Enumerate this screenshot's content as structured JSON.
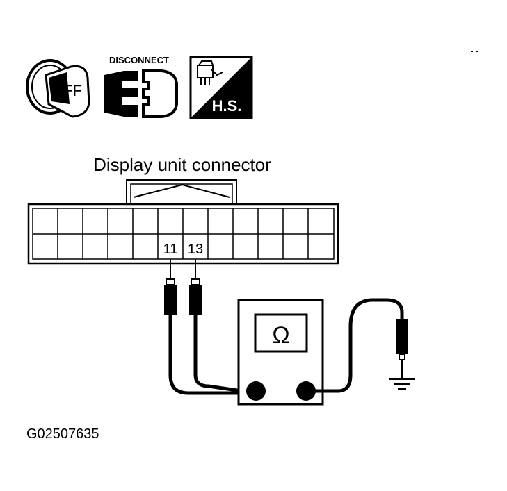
{
  "icons": {
    "ignition": {
      "name": "ignition-key-off-icon",
      "label": "OFF"
    },
    "disconnect": {
      "name": "connector-disconnect-icon",
      "label": "DISCONNECT"
    },
    "harness_side": {
      "name": "harness-side-icon",
      "label": "H.S."
    }
  },
  "connector": {
    "title": "Display unit connector",
    "pins": [
      "11",
      "13"
    ]
  },
  "meter": {
    "symbol": "Ω"
  },
  "figure_id": "G02507635",
  "colors": {
    "ink": "#000000",
    "background": "#ffffff"
  }
}
